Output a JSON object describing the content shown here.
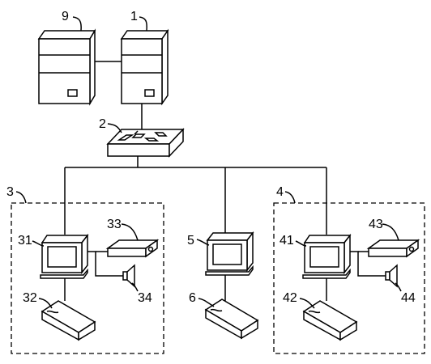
{
  "labels": {
    "server_9": "9",
    "server_1": "1",
    "switch_2": "2",
    "group_3": "3",
    "group_4": "4",
    "terminal_31": "31",
    "device_33": "33",
    "speaker_34": "34",
    "printer_32": "32",
    "terminal_5": "5",
    "printer_6": "6",
    "terminal_41": "41",
    "device_43": "43",
    "speaker_44": "44",
    "printer_42": "42"
  }
}
